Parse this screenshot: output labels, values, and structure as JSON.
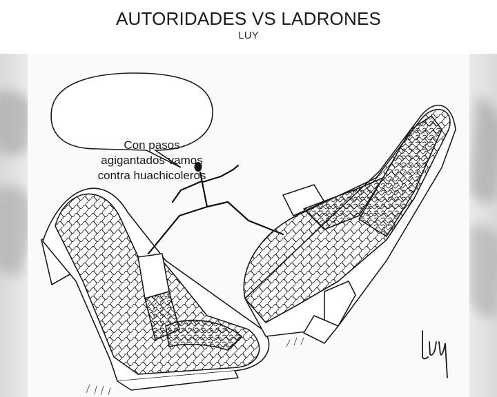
{
  "header": {
    "title": "AUTORIDADES VS LADRONES",
    "author": "LUY"
  },
  "cartoon": {
    "speech_bubble": {
      "lines": [
        "Con pasos",
        "agigantados vamos",
        "contra huachicoleros"
      ]
    },
    "signature": "Luy"
  },
  "colors": {
    "ink": "#1a1a1a",
    "paper": "#fbfbfb",
    "backdrop": "#d9d9d9"
  },
  "icons": [
    "speech-bubble",
    "stick-figure",
    "giant-shoe"
  ]
}
